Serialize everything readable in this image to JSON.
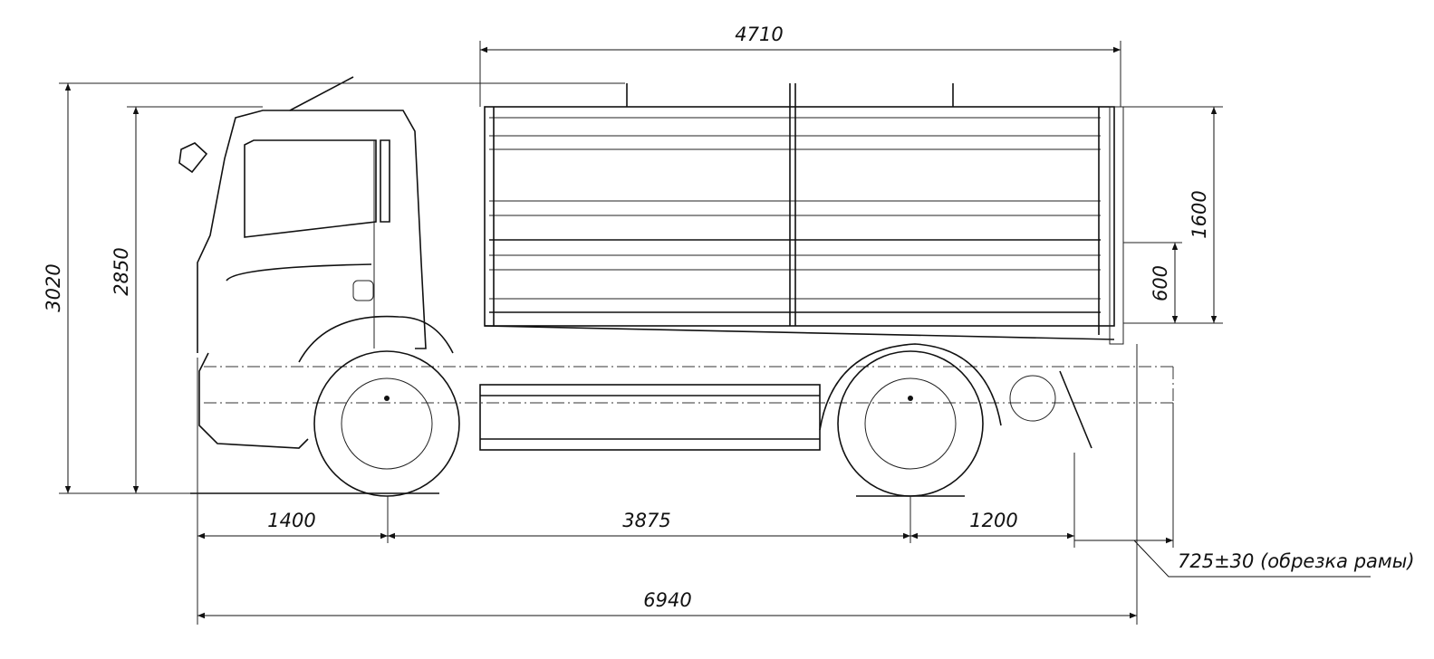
{
  "title": "Truck side view dimension drawing",
  "dimensions": {
    "body_length": "4710",
    "total_height": "3020",
    "cab_height": "2850",
    "body_height": "1600",
    "side_height": "600",
    "front_overhang": "1400",
    "wheelbase": "3875",
    "rear_overhang": "1200",
    "frame_cut": "725±30 (обрезка рамы)",
    "total_length": "6940"
  }
}
